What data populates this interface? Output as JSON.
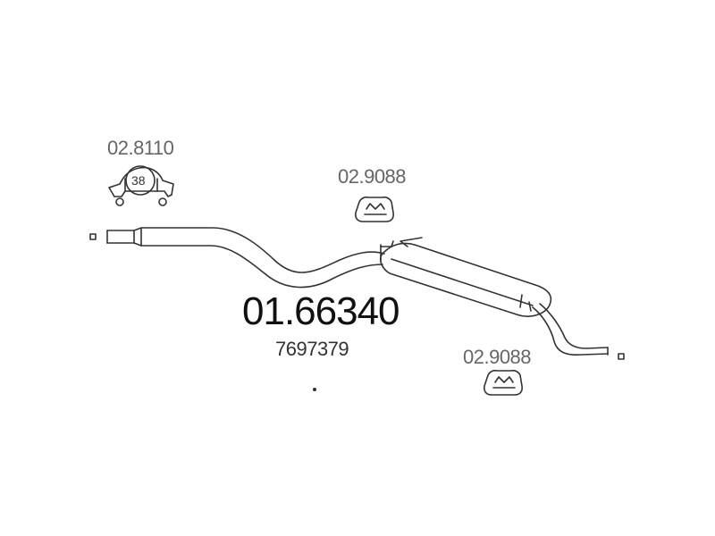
{
  "diagram": {
    "main_part_number": "01.66340",
    "oem_number": "7697379",
    "clamp": {
      "part_number": "02.8110",
      "size_label": "38"
    },
    "hanger_top": {
      "part_number": "02.9088"
    },
    "hanger_bottom": {
      "part_number": "02.9088"
    }
  },
  "colors": {
    "line": "#333333",
    "text_main": "#111111",
    "text_part": "#666666"
  }
}
